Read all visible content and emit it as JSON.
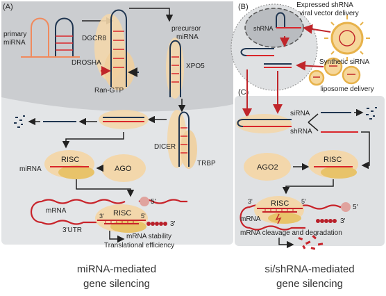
{
  "panel_a": {
    "letter": "(A)",
    "primary": "primary",
    "primary_mirna": "miRNA",
    "dgcr8": "DGCR8",
    "drosha": "DROSHA",
    "ran_gtp": "Ran-GTP",
    "precursor": "precursor",
    "precursor_mirna": "miRNA",
    "xpo5": "XPO5",
    "dicer": "DICER",
    "trbp": "TRBP",
    "risc": "RISC",
    "ago": "AGO",
    "mirna_label": "miRNA",
    "mrna_label": "mRNA",
    "five_prime": "5'",
    "three_prime": "3'",
    "utr": "3'UTR",
    "stability": "mRNA stability",
    "efficiency": "Translational efficiency",
    "caption_1": "miRNA-mediated",
    "caption_2": "gene silencing"
  },
  "panel_b": {
    "letter": "(B)",
    "shrna_label": "shRNA",
    "viral_1": "Expressed shRNA",
    "viral_2": "viral vector delivery",
    "lipo_1": "Synthetic siRNA",
    "lipo_2": "liposome delivery"
  },
  "panel_c": {
    "letter": "(C)",
    "sirna": "siRNA",
    "shrna": "shRNA",
    "ago2": "AGO2",
    "risc": "RISC",
    "mrna_label": "mRNA",
    "five_prime": "5'",
    "three_prime": "3'",
    "cleavage": "mRNA cleavage and degradation",
    "caption_1": "si/shRNA-mediated",
    "caption_2": "gene silencing"
  },
  "colors": {
    "cell": "#dfe1e3",
    "nucleus": "#c9cbce",
    "protein": "#f5d9b0",
    "red_rna": "#d9262b",
    "navy_rna": "#1f3550",
    "orange_rna": "#f08a5d",
    "ago": "#f2c97a"
  }
}
